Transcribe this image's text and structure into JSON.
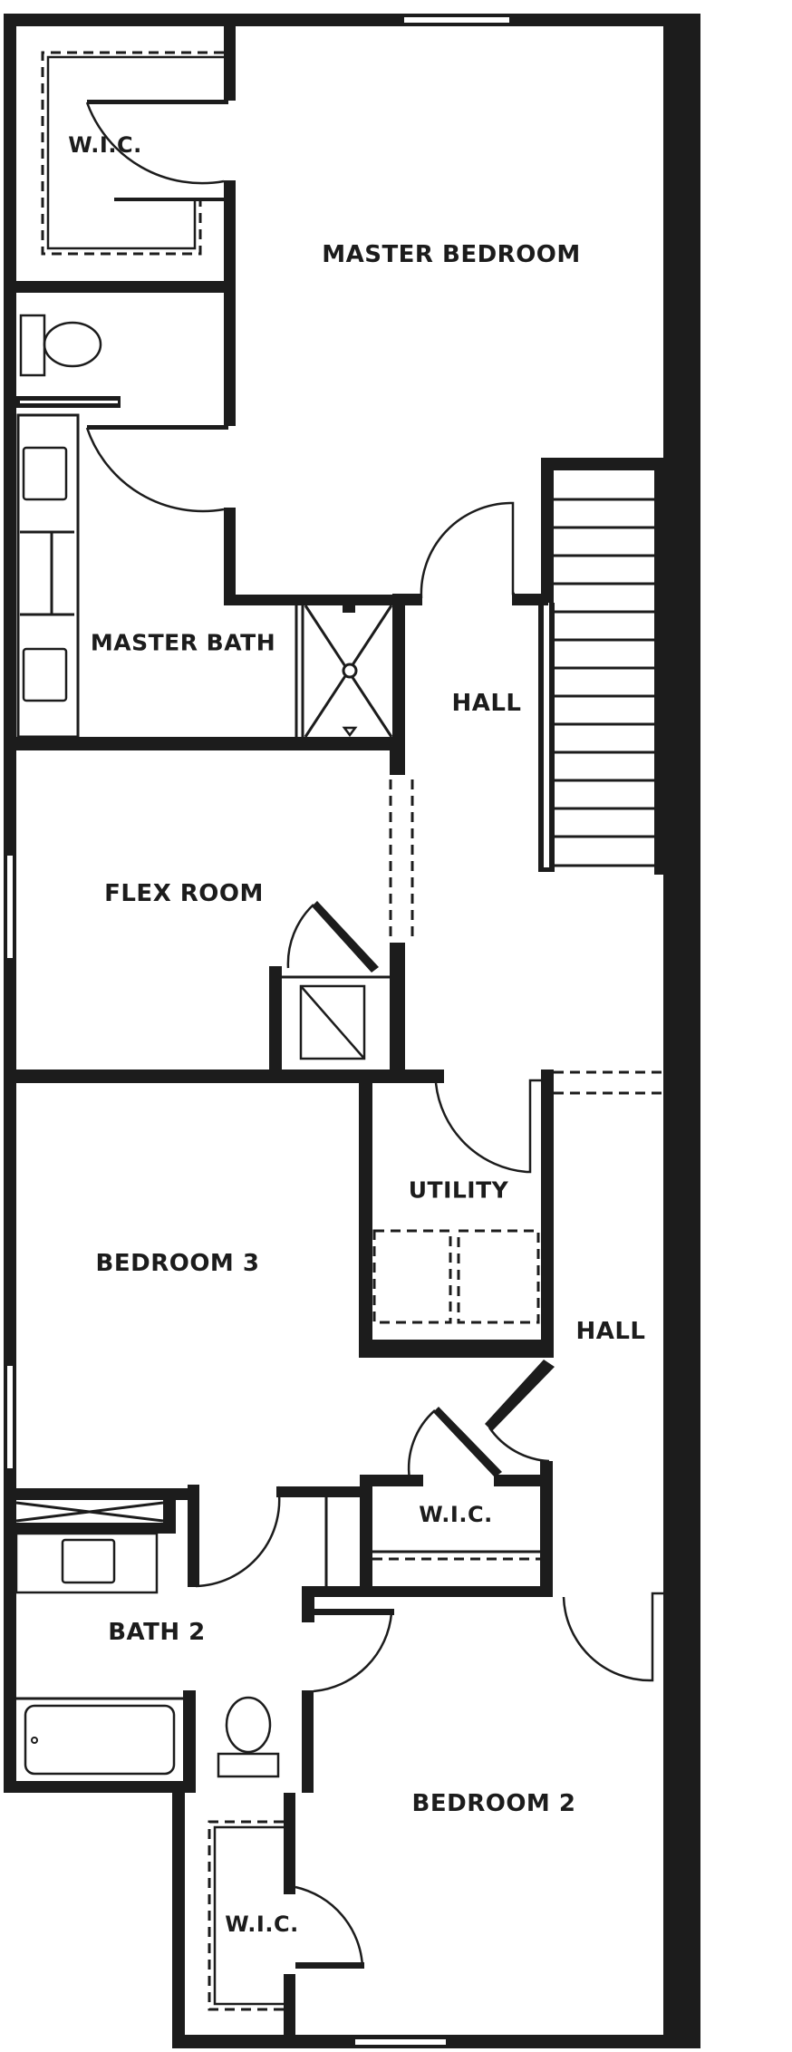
{
  "plan": {
    "type": "second-floor-plan",
    "colors": {
      "wall": "#1c1c1c",
      "background": "#ffffff"
    },
    "rooms": [
      {
        "id": "wic_master",
        "label": "W.I.C."
      },
      {
        "id": "master_bedroom",
        "label": "MASTER BEDROOM"
      },
      {
        "id": "master_bath",
        "label": "MASTER BATH"
      },
      {
        "id": "hall_upper",
        "label": "HALL"
      },
      {
        "id": "flex_room",
        "label": "FLEX ROOM"
      },
      {
        "id": "utility",
        "label": "UTILITY"
      },
      {
        "id": "bedroom_3",
        "label": "BEDROOM 3"
      },
      {
        "id": "hall_lower",
        "label": "HALL"
      },
      {
        "id": "wic_mid",
        "label": "W.I.C."
      },
      {
        "id": "bath_2",
        "label": "BATH 2"
      },
      {
        "id": "bedroom_2",
        "label": "BEDROOM 2"
      },
      {
        "id": "wic_bedroom2",
        "label": "W.I.C."
      }
    ],
    "fixtures": [
      "toilet",
      "double-vanity",
      "shower",
      "linen-closet",
      "stairs",
      "washer-dryer",
      "bathtub",
      "sink"
    ]
  }
}
